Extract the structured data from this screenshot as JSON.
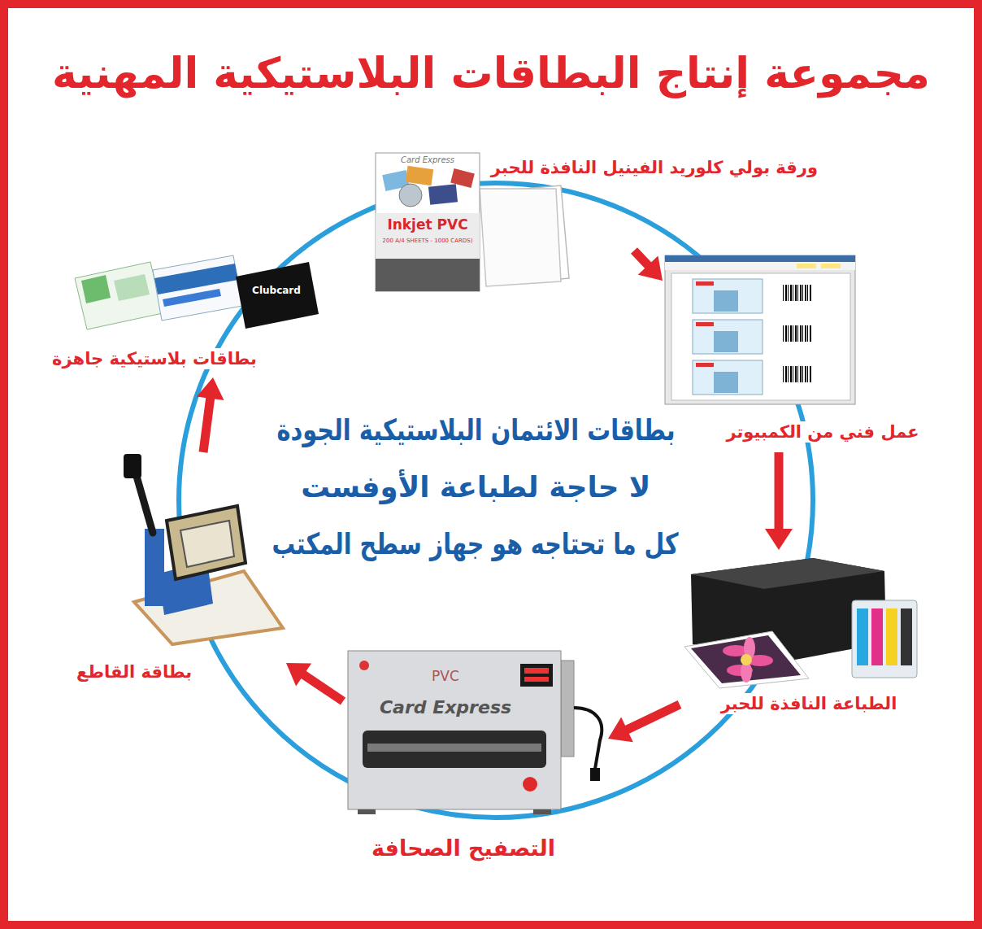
{
  "diagram": {
    "title": "مجموعة إنتاج البطاقات البلاستيكية المهنية",
    "nodes": [
      {
        "text": [
          "ورقة بولي كلوريد الفينيل النافذة للحبر"
        ]
      },
      {
        "text": [
          "عمل فني من الكمبيوتر"
        ]
      },
      {
        "text": [
          "الطباعة النافذة للحبر"
        ]
      },
      {
        "text": [
          "التصفيح الصحافة"
        ]
      },
      {
        "text": [
          "بطاقة القاطع"
        ]
      },
      {
        "text": [
          "بطاقات بلاستيكية جاهزة"
        ]
      }
    ],
    "edges": [
      {
        "from": 0,
        "to": 1,
        "arrow": "to"
      },
      {
        "from": 1,
        "to": 2,
        "arrow": "to"
      },
      {
        "from": 2,
        "to": 3,
        "arrow": "to"
      },
      {
        "from": 3,
        "to": 4,
        "arrow": "to"
      },
      {
        "from": 4,
        "to": 5,
        "arrow": "to"
      }
    ],
    "labels": [
      "بطاقات الائتمان البلاستيكية الجودة",
      "لا حاجة لطباعة الأوفست",
      "كل ما تحتاجه هو جهاز سطح المكتب",
      "Card Express",
      "Inkjet PVC",
      "200 A/4 SHEETS - 1000 CARDS)",
      "Card Express",
      "PVC",
      "Clubcard"
    ]
  }
}
